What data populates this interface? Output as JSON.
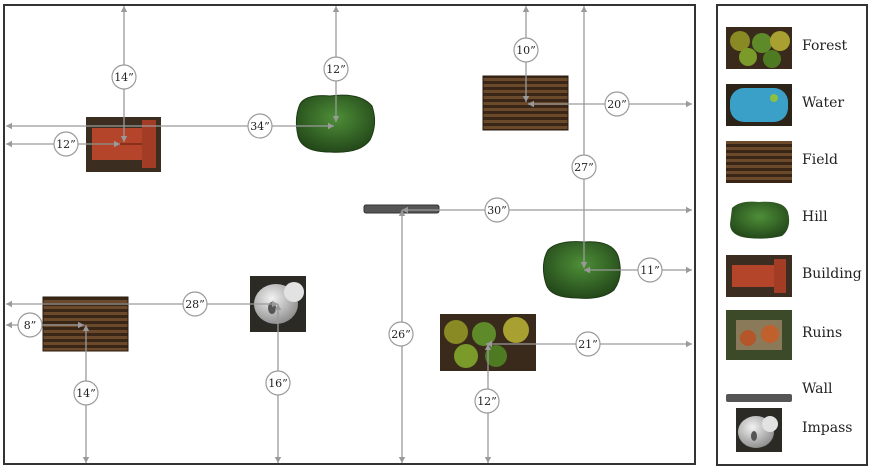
{
  "distance_unit_mark": "”",
  "colors": {
    "arrow": "#9a9a9a",
    "field_dark": "#3a2616",
    "field_light": "#6b4a2c",
    "hill": "#3e7a2c",
    "hill_dark": "#24491a",
    "water": "#3aa0c8",
    "roof": "#b4442a",
    "wall": "#555555",
    "rock": "#d8d8d8"
  },
  "measurements": [
    "14",
    "12",
    "12",
    "34",
    "10",
    "20",
    "27",
    "30",
    "11",
    "28",
    "8",
    "26",
    "21",
    "14",
    "16",
    "12"
  ],
  "legend": [
    {
      "label": "Forest",
      "icon": "forest-swatch"
    },
    {
      "label": "Water",
      "icon": "water-swatch"
    },
    {
      "label": "Field",
      "icon": "field-swatch"
    },
    {
      "label": "Hill",
      "icon": "hill-swatch"
    },
    {
      "label": "Building",
      "icon": "building-swatch"
    },
    {
      "label": "Ruins",
      "icon": "ruins-swatch"
    },
    {
      "label": "Wall",
      "icon": "wall-swatch"
    },
    {
      "label": "Impass",
      "icon": "impass-swatch"
    }
  ]
}
